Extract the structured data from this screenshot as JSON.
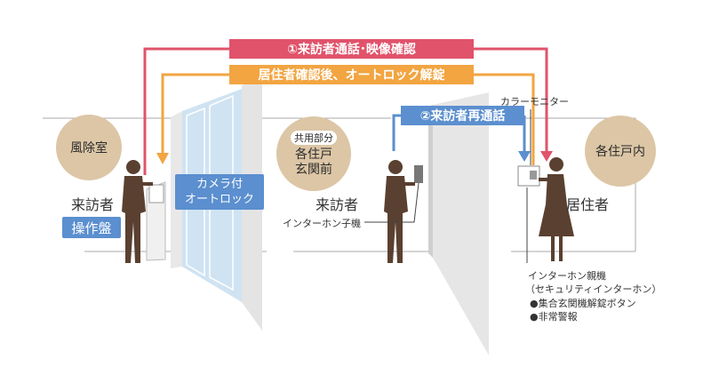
{
  "arrows": {
    "call_video": "①来訪者通話･映像確認",
    "unlock": "居住者確認後、オートロック解錠",
    "recall": "②来訪者再通話"
  },
  "places": {
    "windbreak_room": "風除室",
    "common_area": "共用部分",
    "entrance_front": "各住戸\n玄関前",
    "unit_interior": "各住戸内"
  },
  "people": {
    "visitor_1": "来訪者",
    "visitor_2": "来訪者",
    "resident": "居住者"
  },
  "devices": {
    "control_panel": "操作盤",
    "camera_autolock": "カメラ付\nオートロック",
    "intercom_child": "インターホン子機",
    "color_monitor": "カラーモニター",
    "intercom_parent": "インターホン親機",
    "intercom_parent_sub": "（セキュリティインターホン）",
    "feature_1": "●集合玄関機解錠ボタン",
    "feature_2": "●非常警報"
  },
  "colors": {
    "red": "#e0536b",
    "orange": "#f2a541",
    "blue": "#5b8fcf",
    "beige": "#dcc6a6",
    "figure": "#5a4030"
  }
}
